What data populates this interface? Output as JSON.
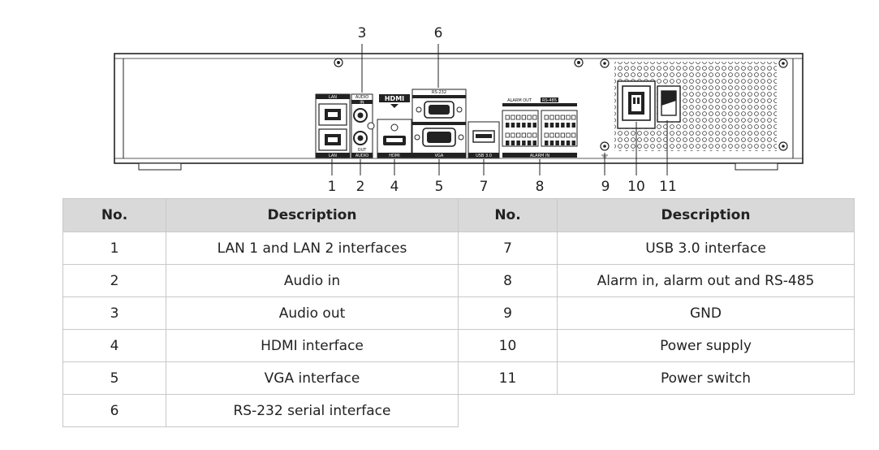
{
  "callouts": [
    "1",
    "2",
    "3",
    "4",
    "5",
    "6",
    "7",
    "8",
    "9",
    "10",
    "11"
  ],
  "panel_labels": {
    "lan": "LAN",
    "audio": "AUDIO",
    "in": "IN",
    "out": "OUT",
    "hdmi": "HDMI",
    "rs232": "RS-232",
    "vga": "VGA",
    "usb": "USB 3.0",
    "alarm_out": "ALARM OUT",
    "rs485": "RS-485",
    "alarm_in": "ALARM IN"
  },
  "table": {
    "headers": [
      "No.",
      "Description",
      "No.",
      "Description"
    ],
    "rows": [
      {
        "no_a": "1",
        "desc_a": "LAN 1 and LAN 2 interfaces",
        "no_b": "7",
        "desc_b": "USB 3.0 interface"
      },
      {
        "no_a": "2",
        "desc_a": "Audio in",
        "no_b": "8",
        "desc_b": "Alarm in, alarm out and RS-485"
      },
      {
        "no_a": "3",
        "desc_a": "Audio out",
        "no_b": "9",
        "desc_b": "GND"
      },
      {
        "no_a": "4",
        "desc_a": "HDMI interface",
        "no_b": "10",
        "desc_b": "Power supply"
      },
      {
        "no_a": "5",
        "desc_a": "VGA interface",
        "no_b": "11",
        "desc_b": "Power switch"
      },
      {
        "no_a": "6",
        "desc_a": "RS-232 serial interface",
        "no_b": "",
        "desc_b": ""
      }
    ]
  }
}
